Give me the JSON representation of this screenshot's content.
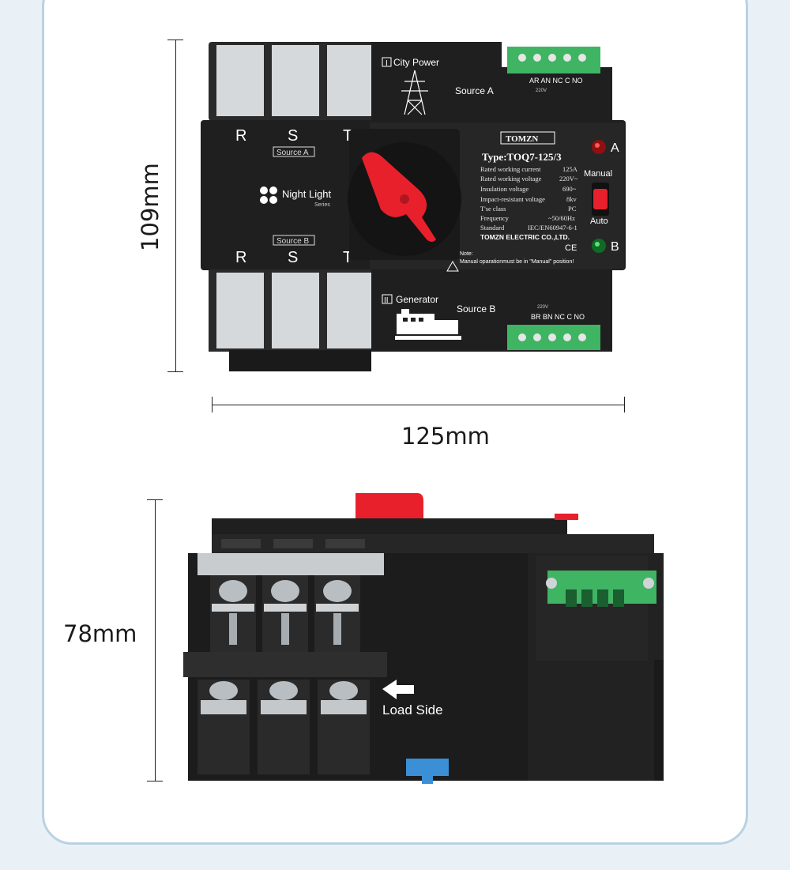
{
  "dimensions": {
    "height": "109mm",
    "width": "125mm",
    "depth": "78mm"
  },
  "front": {
    "phase_labels_top": [
      "R",
      "S",
      "T"
    ],
    "phase_labels_bottom": [
      "R",
      "S",
      "T"
    ],
    "source_a_tag": "Source A",
    "source_b_tag": "Source B",
    "series_name": "Night Light",
    "series_sub": "Series",
    "city_power": "City Power",
    "city_power_num": "I",
    "source_a": "Source A",
    "terminal_top": "AR AN NC C NO",
    "terminal_top_volt": "220V",
    "generator": "Generator",
    "generator_num": "II",
    "source_b": "Source B",
    "terminal_bottom": "BR BN NC C NO",
    "terminal_bottom_volt": "220V",
    "brand": "TOMZN",
    "type": "Type:TOQ7-125/3",
    "specs": [
      {
        "label": "Rated working current",
        "value": "125A"
      },
      {
        "label": "Rated working voltage",
        "value": "220V~"
      },
      {
        "label": "Insulation voltage",
        "value": "690~"
      },
      {
        "label": "Impact-resistant voltage",
        "value": "8kv"
      },
      {
        "label": "T'se class",
        "value": "PC"
      },
      {
        "label": "Frequency",
        "value": "~50/60Hz"
      },
      {
        "label": "Standard",
        "value": "IEC/EN60947-6-1"
      }
    ],
    "company": "TOMZN ELECTRIC CO.,LTD.",
    "ce_mark": "CE",
    "note_title": "Note:",
    "note_text": "Manual oparationmust be in \"Manual\" position!",
    "indicator_a": "A",
    "indicator_b": "B",
    "mode_manual": "Manual",
    "mode_auto": "Auto"
  },
  "side": {
    "load_side": "Load Side"
  },
  "colors": {
    "frame": "#b9d1e3",
    "body": "#1f1f1f",
    "handle": "#e8202c",
    "terminal_green": "#3fb463",
    "din_clip": "#3a8fd6"
  }
}
